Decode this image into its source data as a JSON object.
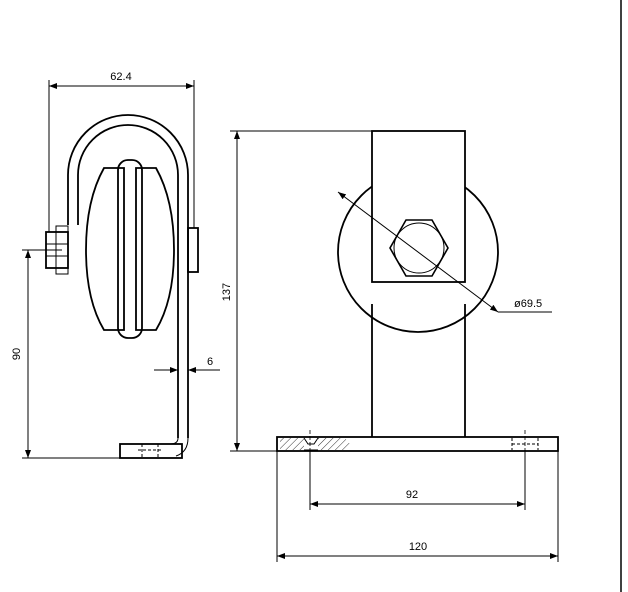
{
  "drawing": {
    "side_view": {
      "dims": {
        "width_label": "62.4",
        "height_label": "90",
        "plate_thickness_label": "6"
      }
    },
    "front_view": {
      "dims": {
        "height_label": "137",
        "diameter_label": "ø69.5",
        "hole_spacing_label": "92",
        "base_width_label": "120"
      }
    }
  }
}
